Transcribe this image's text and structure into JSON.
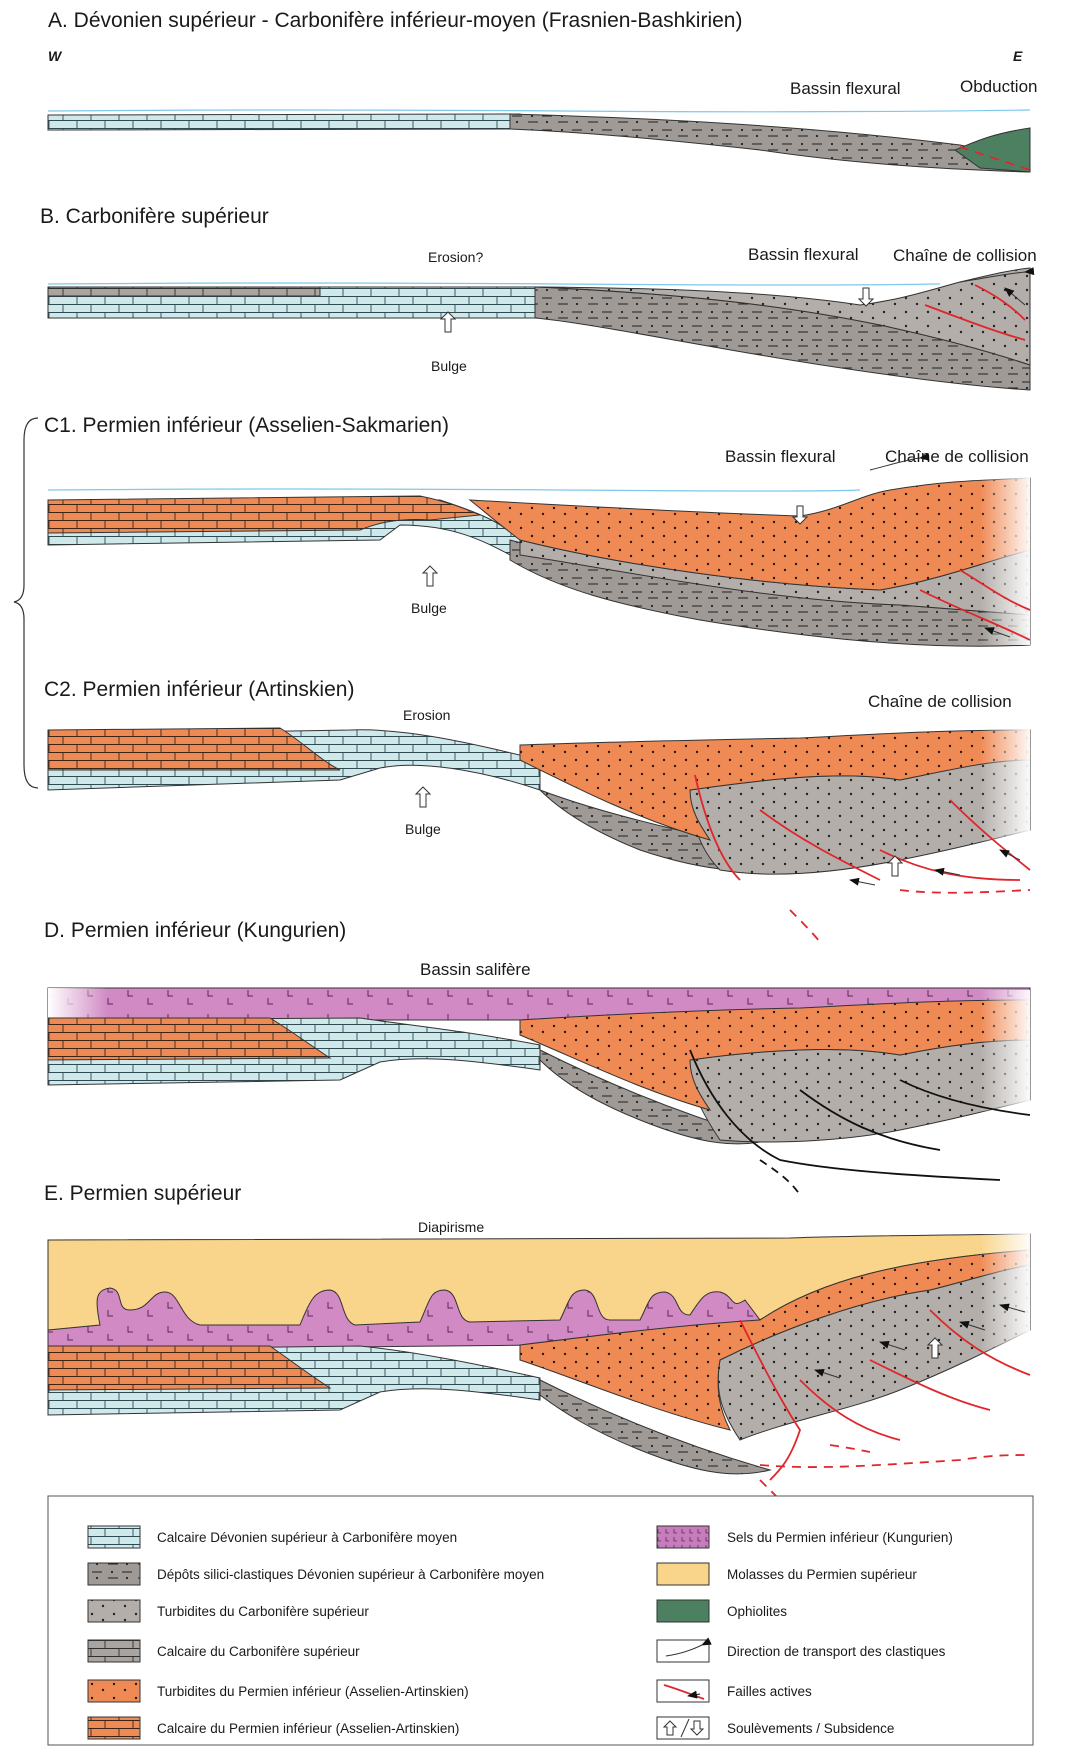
{
  "directions": {
    "west": "W",
    "east": "E"
  },
  "sections": {
    "A": {
      "title": "A. Dévonien supérieur - Carbonifère inférieur-moyen (Frasnien-Bashkirien)",
      "labels": {
        "bassin": "Bassin flexural",
        "obduction": "Obduction"
      }
    },
    "B": {
      "title": "B. Carbonifère supérieur",
      "labels": {
        "erosion": "Erosion?",
        "bassin": "Bassin flexural",
        "chaine": "Chaîne de collision",
        "bulge": "Bulge"
      }
    },
    "C1": {
      "title": "C1. Permien inférieur (Asselien-Sakmarien)",
      "labels": {
        "bassin": "Bassin flexural",
        "chaine": "Chaîne de collision",
        "bulge": "Bulge"
      }
    },
    "C2": {
      "title": "C2. Permien inférieur (Artinskien)",
      "labels": {
        "erosion": "Erosion",
        "chaine": "Chaîne de collision",
        "bulge": "Bulge"
      }
    },
    "D": {
      "title": "D. Permien inférieur (Kungurien)",
      "labels": {
        "bassin": "Bassin salifère"
      }
    },
    "E": {
      "title": "E. Permien supérieur",
      "labels": {
        "diapirisme": "Diapirisme"
      }
    }
  },
  "legend": {
    "left": [
      {
        "label": "Calcaire Dévonien supérieur à Carbonifère moyen",
        "swatch": "limestone-blue",
        "color": "#cfe8ea"
      },
      {
        "label": "Dépôts silici-clastiques Dévonien supérieur à Carbonifère moyen",
        "swatch": "dash-dot-grey",
        "color": "#9f9a96"
      },
      {
        "label": "Turbidites du Carbonifère supérieur",
        "swatch": "dotted-grey",
        "color": "#b3aeaa"
      },
      {
        "label": "Calcaire du Carbonifère supérieur",
        "swatch": "limestone-grey",
        "color": "#a9a4a0"
      },
      {
        "label": "Turbidites du Permien inférieur (Asselien-Artinskien)",
        "swatch": "dotted-orange",
        "color": "#f08a55"
      },
      {
        "label": "Calcaire du Permien inférieur (Asselien-Artinskien)",
        "swatch": "limestone-orange",
        "color": "#f08a55"
      }
    ],
    "right": [
      {
        "label": "Sels du Permien inférieur (Kungurien)",
        "swatch": "salt-pink",
        "color": "#d18ac4"
      },
      {
        "label": "Molasses du Permien supérieur",
        "swatch": "yellow",
        "color": "#f8d58a"
      },
      {
        "label": "Ophiolites",
        "swatch": "green",
        "color": "#4c8060"
      },
      {
        "label": "Direction de transport des clastiques",
        "swatch": "arrow-icon"
      },
      {
        "label": "Failles actives",
        "swatch": "red-fault-icon",
        "color": "#e0262b"
      },
      {
        "label": "Soulèvements / Subsidence",
        "swatch": "up-down-arrows-icon"
      }
    ]
  }
}
